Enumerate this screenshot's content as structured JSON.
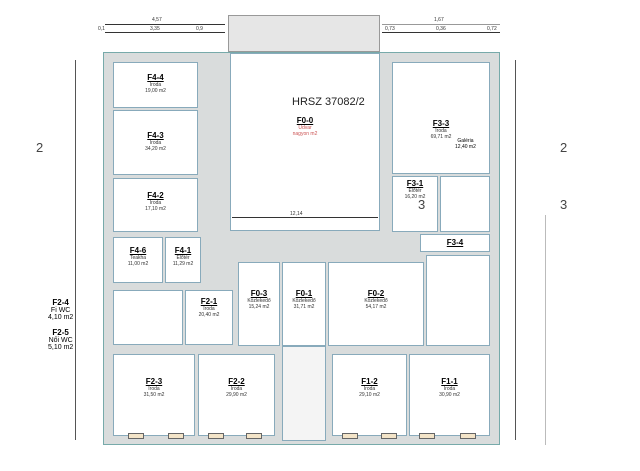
{
  "title": "HRSZ 37082/2",
  "axes": {
    "a2": "2",
    "a3": "3"
  },
  "dimensions": {
    "top_left_total": "4,57",
    "top_left": [
      "0,1",
      "3,35",
      "0,9"
    ],
    "top_right_total": "1,67",
    "top_right": [
      "0,73",
      "0,36",
      "0,72"
    ],
    "courtyard_width": "12,14"
  },
  "rooms": {
    "F0-0": {
      "code": "F0-0",
      "name": "Udvar",
      "area": "nagyon m2"
    },
    "F4-4": {
      "code": "F4-4",
      "name": "Iroda",
      "area": "19,00 m2"
    },
    "F4-3": {
      "code": "F4-3",
      "name": "Iroda",
      "area": "34,20 m2"
    },
    "F4-2": {
      "code": "F4-2",
      "name": "Iroda",
      "area": "17,10 m2"
    },
    "F4-6": {
      "code": "F4-6",
      "name": "Teakha",
      "area": "11,00 m2"
    },
    "F4-1": {
      "code": "F4-1",
      "name": "Előtér",
      "area": "11,29 m2"
    },
    "F2-1": {
      "code": "F2-1",
      "name": "Iroda",
      "area": "20,40 m2"
    },
    "F0-3": {
      "code": "F0-3",
      "name": "Közlekedő",
      "area": "15,24 m2"
    },
    "F0-1": {
      "code": "F0-1",
      "name": "Közlekedő",
      "area": "31,71 m2"
    },
    "F0-2": {
      "code": "F0-2",
      "name": "Közlekedő",
      "area": "54,17 m2"
    },
    "F3-3": {
      "code": "F3-3",
      "name": "Iroda",
      "area": "69,71 m2"
    },
    "F3-3b": {
      "name": "Galéria",
      "area": "12,40 m2"
    },
    "F3-1": {
      "code": "F3-1",
      "name": "Előtér",
      "area": "16,20 m2"
    },
    "F3-4": {
      "code": "F3-4"
    },
    "F2-3": {
      "code": "F2-3",
      "name": "Iroda",
      "area": "31,50 m2"
    },
    "F2-2": {
      "code": "F2-2",
      "name": "Iroda",
      "area": "29,90 m2"
    },
    "F1-2": {
      "code": "F1-2",
      "name": "Iroda",
      "area": "29,10 m2"
    },
    "F1-1": {
      "code": "F1-1",
      "name": "Iroda",
      "area": "30,90 m2"
    },
    "F2-4": {
      "code": "F2-4",
      "name": "Fi WC",
      "area": "4,10 m2"
    },
    "F2-5": {
      "code": "F2-5",
      "name": "Női WC",
      "area": "5,10 m2"
    }
  }
}
